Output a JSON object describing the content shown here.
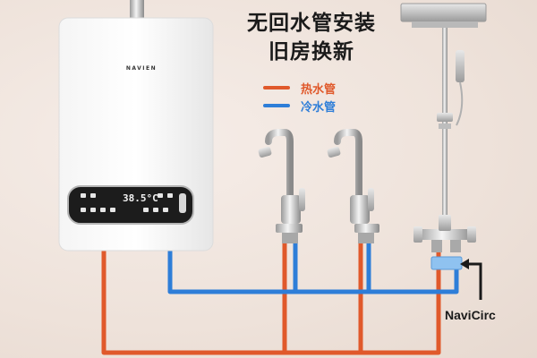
{
  "headline": {
    "line1": "无回水管安装",
    "line2": "旧房换新"
  },
  "legend": {
    "hot_label": "热水管",
    "cold_label": "冷水管"
  },
  "heater": {
    "brand": "NAVIEN",
    "display_temperature": "38.5°C"
  },
  "valve_label": "NaviCirc",
  "colors": {
    "hot_pipe": "#e0592b",
    "cold_pipe": "#2e7ed8",
    "background": "#efe4dd"
  }
}
